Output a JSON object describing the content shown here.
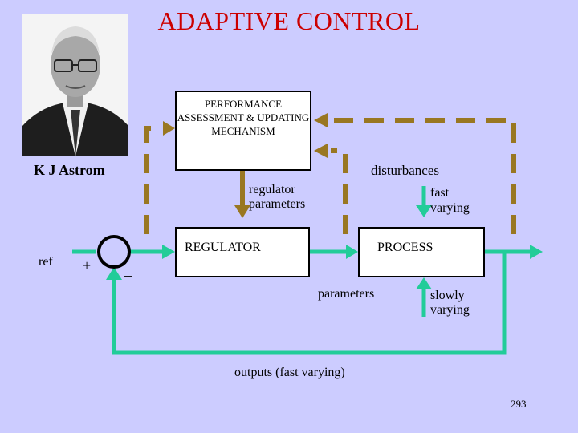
{
  "title": "ADAPTIVE CONTROL",
  "photo_caption": "K J Astrom",
  "blocks": {
    "performance": "PERFORMANCE ASSESSMENT & UPDATING MECHANISM",
    "regulator": "REGULATOR",
    "process": "PROCESS"
  },
  "labels": {
    "regulator_parameters_1": "regulator",
    "regulator_parameters_2": "parameters",
    "disturbances": "disturbances",
    "fast_1": "fast",
    "fast_2": "varying",
    "parameters": "parameters",
    "slow_1": "slowly",
    "slow_2": "varying",
    "ref": "ref",
    "plus": "+",
    "minus": "–",
    "outputs": "outputs (fast varying)"
  },
  "page_number": "293",
  "colors": {
    "background": "#ccccff",
    "title": "#cc0000",
    "signal": "#22cc99",
    "adaptation": "#997722"
  }
}
